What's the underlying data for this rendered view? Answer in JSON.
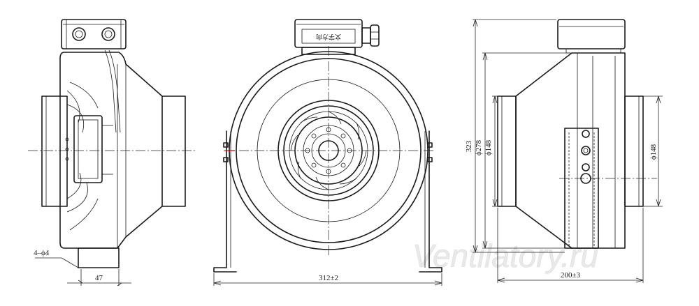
{
  "labels": {
    "holes": "4–ϕ4",
    "mount_width": "47",
    "bracket_width": "312±2",
    "height": "323",
    "housing_dia": "ϕ278",
    "inlet_dia_left": "ϕ148",
    "outlet_dia_right": "ϕ148",
    "length": "200±3",
    "box_text": "文字方向",
    "watermark": "Ventilatory.ru"
  },
  "colors": {
    "line": "#1a1a1a",
    "watermark": "#e9e9e9",
    "marker": "#cc0000"
  }
}
